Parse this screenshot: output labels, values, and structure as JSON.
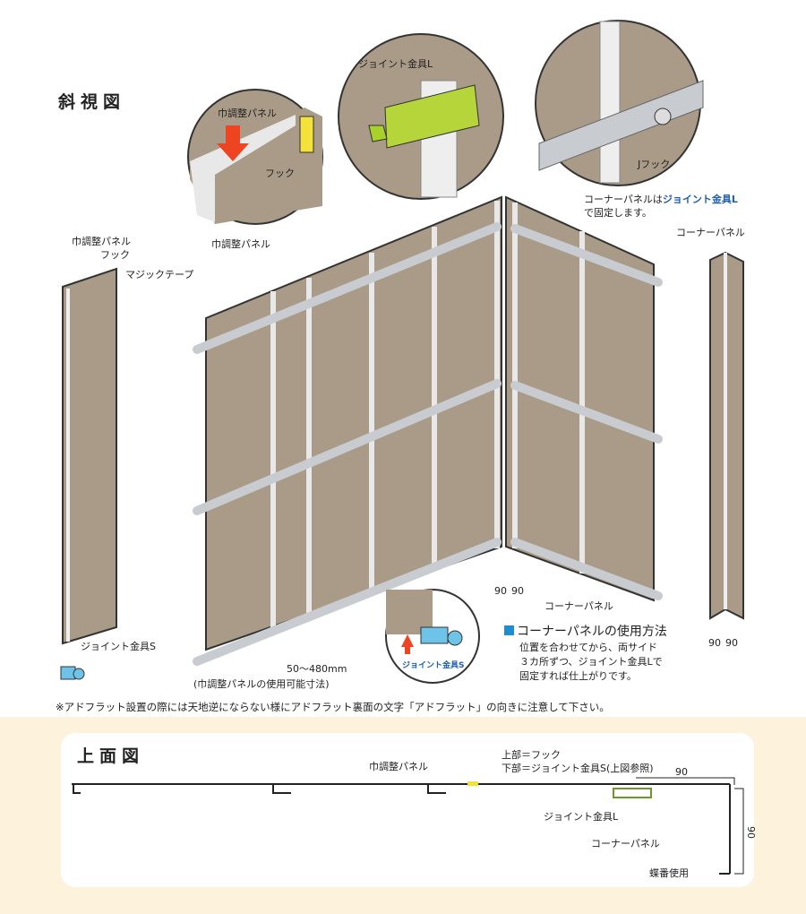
{
  "title": "斜視図",
  "top_view_title": "上面図",
  "callouts": {
    "adjust_panel_circle": "巾調整パネル",
    "hook_circle": "フック",
    "joint_l_circle": "ジョイント金具L",
    "j_hook": "Jフック",
    "corner_fix_1": "コーナーパネルは",
    "corner_fix_blue": "ジョイント金具L",
    "corner_fix_2": "で固定します。",
    "left_adjust": "巾調整パネル",
    "left_hook": "フック",
    "left_velcro": "マジックテープ",
    "main_adjust": "巾調整パネル",
    "right_corner": "コーナーパネル",
    "joint_s": "ジョイント金具S",
    "range": "50～480mm",
    "range_note": "(巾調整パネルの使用可能寸法)",
    "dim_90a": "90",
    "dim_90b": "90",
    "corner_label": "コーナーパネル",
    "joint_s_circle": "ジョイント金具S",
    "right_dim_a": "90",
    "right_dim_b": "90"
  },
  "usage": {
    "title": "コーナーパネルの使用方法",
    "lines": [
      "位置を合わせてから、両サイド",
      "３カ所ずつ、ジョイント金具Lで",
      "固定すれば仕上がりです。"
    ]
  },
  "note": "※アドフラット設置の際には天地逆にならない様にアドフラット裏面の文字「アドフラット」の向きに注意して下さい。",
  "top_view": {
    "adjust_panel": "巾調整パネル",
    "top_hook": "上部＝フック",
    "bottom_joint": "下部＝ジョイント金具S(上図参照)",
    "dim_h": "90",
    "dim_v": "90",
    "joint_l": "ジョイント金具L",
    "corner_panel": "コーナーパネル",
    "hinge": "蝶番使用"
  },
  "colors": {
    "panel": "#a99b87",
    "pipe": "#c8ccd0",
    "accent_green": "#a8d12a",
    "arrow": "#ee4422",
    "cream": "#fdf3dc",
    "blue": "#1d5fb0"
  }
}
